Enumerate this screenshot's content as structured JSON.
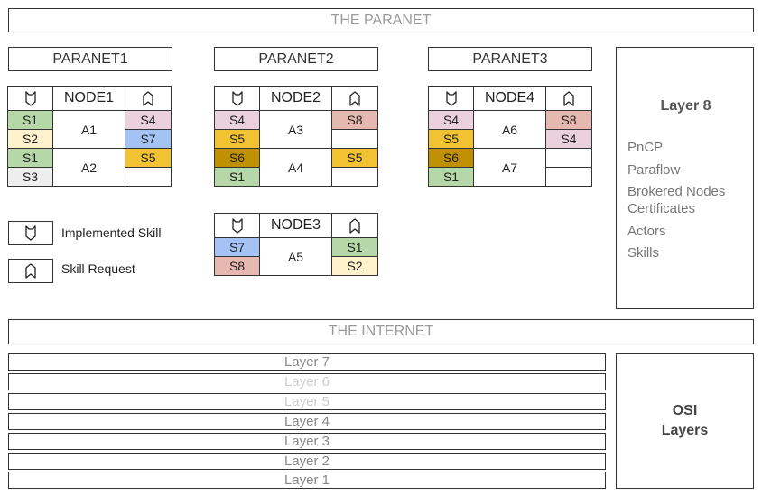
{
  "paranet_banner": "THE PARANET",
  "internet_banner": "THE INTERNET",
  "colors": {
    "S1": "#b6d7a8",
    "S2": "#fff2cc",
    "S3": "#eeeeee",
    "S4": "#ead1dc",
    "S5": "#f1c232",
    "S6": "#bf9000",
    "S7": "#a4c2f4",
    "S8": "#e6b8af",
    "empty": "#ffffff"
  },
  "paranets": [
    {
      "label": "PARANET1"
    },
    {
      "label": "PARANET2"
    },
    {
      "label": "PARANET3"
    }
  ],
  "nodes": [
    {
      "name": "NODE1",
      "agents": [
        {
          "label": "A1",
          "implemented": [
            "S1",
            "S2"
          ],
          "requests": [
            "S4",
            "S7"
          ]
        },
        {
          "label": "A2",
          "implemented": [
            "S1",
            "S3"
          ],
          "requests": [
            "S5",
            ""
          ]
        }
      ]
    },
    {
      "name": "NODE2",
      "agents": [
        {
          "label": "A3",
          "implemented": [
            "S4",
            "S5"
          ],
          "requests": [
            "S8",
            ""
          ]
        },
        {
          "label": "A4",
          "implemented": [
            "S6",
            "S1"
          ],
          "requests": [
            "S5",
            ""
          ]
        }
      ]
    },
    {
      "name": "NODE4",
      "agents": [
        {
          "label": "A6",
          "implemented": [
            "S4",
            "S5"
          ],
          "requests": [
            "S8",
            "S4"
          ]
        },
        {
          "label": "A7",
          "implemented": [
            "S6",
            "S1"
          ],
          "requests": [
            "",
            ""
          ]
        }
      ]
    },
    {
      "name": "NODE3",
      "agents": [
        {
          "label": "A5",
          "implemented": [
            "S7",
            "S8"
          ],
          "requests": [
            "S1",
            "S2"
          ]
        }
      ]
    }
  ],
  "legend": {
    "implemented_label": "Implemented Skill",
    "request_label": "Skill Request"
  },
  "layer8": {
    "title": "Layer 8",
    "items": [
      "PnCP",
      "Paraflow",
      "Brokered Nodes",
      "Certificates",
      "Actors",
      "Skills"
    ]
  },
  "osi": {
    "title_line1": "OSI",
    "title_line2": "Layers",
    "layers": [
      {
        "label": "Layer 7",
        "color": "#888888"
      },
      {
        "label": "Layer 6",
        "color": "#cccccc"
      },
      {
        "label": "Layer 5",
        "color": "#cccccc"
      },
      {
        "label": "Layer 4",
        "color": "#888888"
      },
      {
        "label": "Layer 3",
        "color": "#888888"
      },
      {
        "label": "Layer 2",
        "color": "#888888"
      },
      {
        "label": "Layer 1",
        "color": "#888888"
      }
    ]
  }
}
